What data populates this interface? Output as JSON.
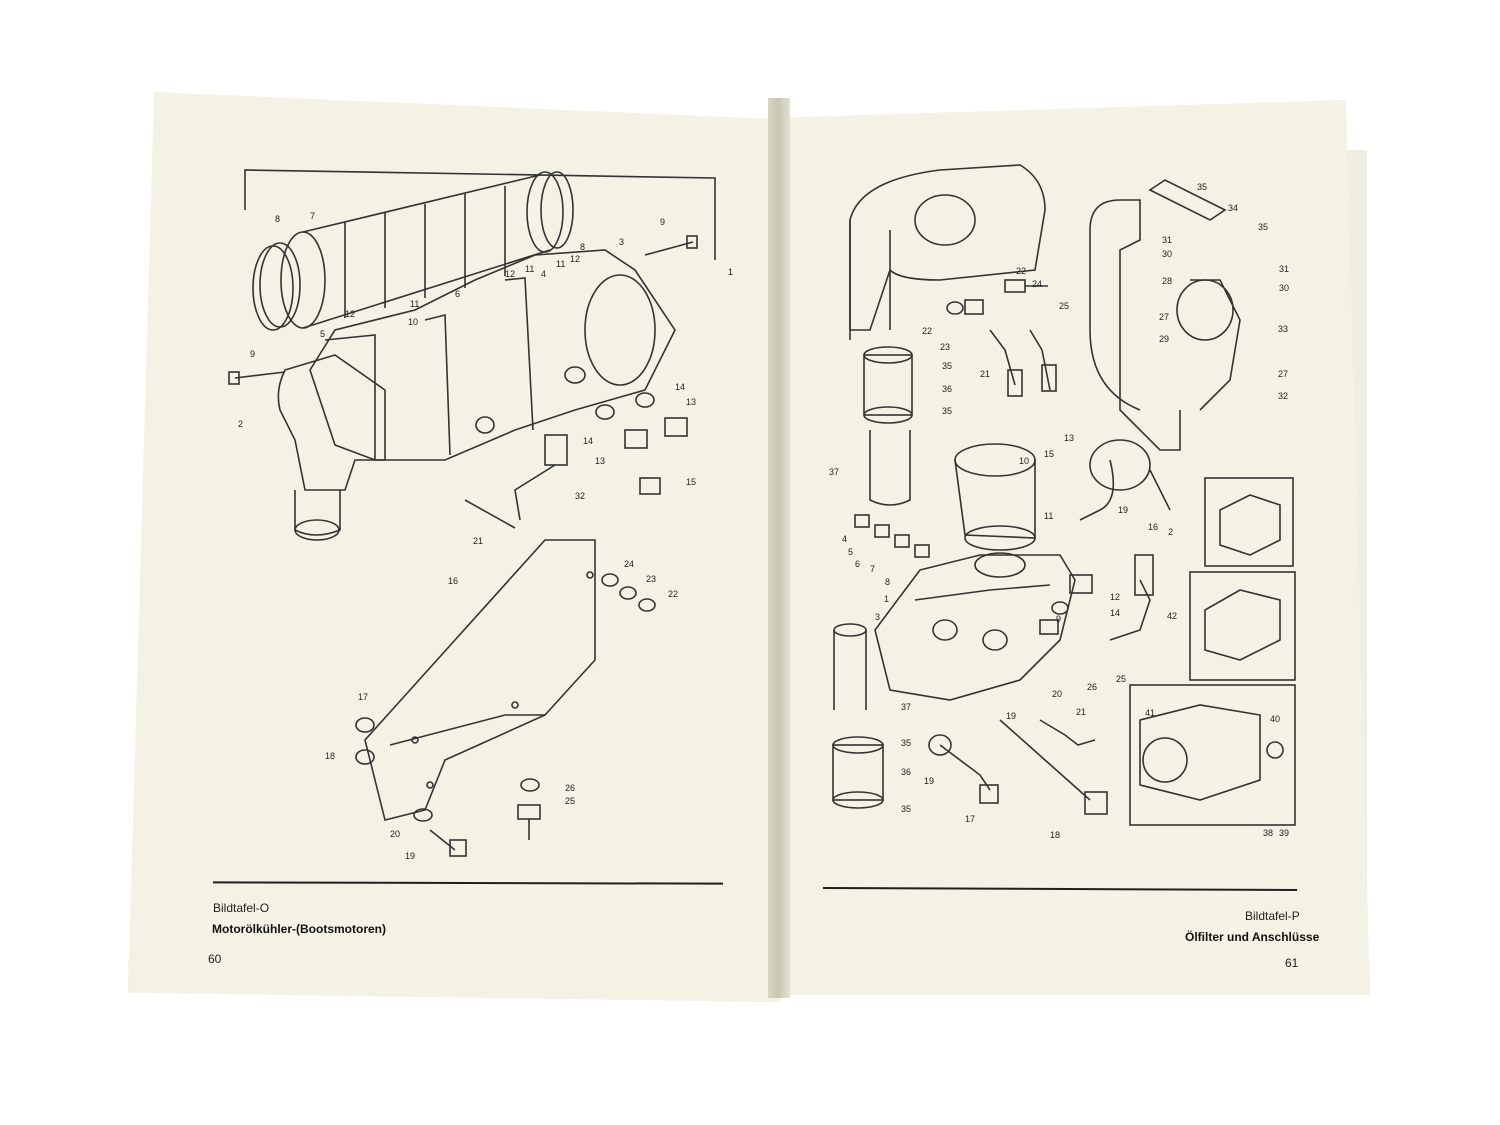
{
  "left_page": {
    "plate_label": "Bildtafel-O",
    "plate_title": "Motorölkühler-(Bootsmotoren)",
    "page_number": "60",
    "callouts": [
      "8",
      "7",
      "9",
      "1",
      "3",
      "12",
      "11",
      "4",
      "11",
      "12",
      "11",
      "10",
      "12",
      "6",
      "5",
      "9",
      "2",
      "14",
      "13",
      "14",
      "13",
      "15",
      "32",
      "21",
      "16",
      "24",
      "23",
      "22",
      "17",
      "18",
      "26",
      "25",
      "20",
      "19",
      "8"
    ]
  },
  "right_page": {
    "plate_label": "Bildtafel-P",
    "plate_title": "Ölfilter und Anschlüsse",
    "page_number": "61",
    "callouts": [
      "35",
      "34",
      "35",
      "31",
      "30",
      "28",
      "31",
      "30",
      "27",
      "29",
      "33",
      "27",
      "32",
      "22",
      "24",
      "25",
      "22",
      "23",
      "21",
      "35",
      "36",
      "35",
      "37",
      "10",
      "13",
      "15",
      "19",
      "16",
      "2",
      "11",
      "4",
      "5",
      "6",
      "7",
      "8",
      "1",
      "3",
      "12",
      "14",
      "9",
      "42",
      "26",
      "25",
      "20",
      "21",
      "19",
      "37",
      "35",
      "36",
      "35",
      "19",
      "17",
      "18",
      "41",
      "40",
      "38",
      "39"
    ]
  }
}
